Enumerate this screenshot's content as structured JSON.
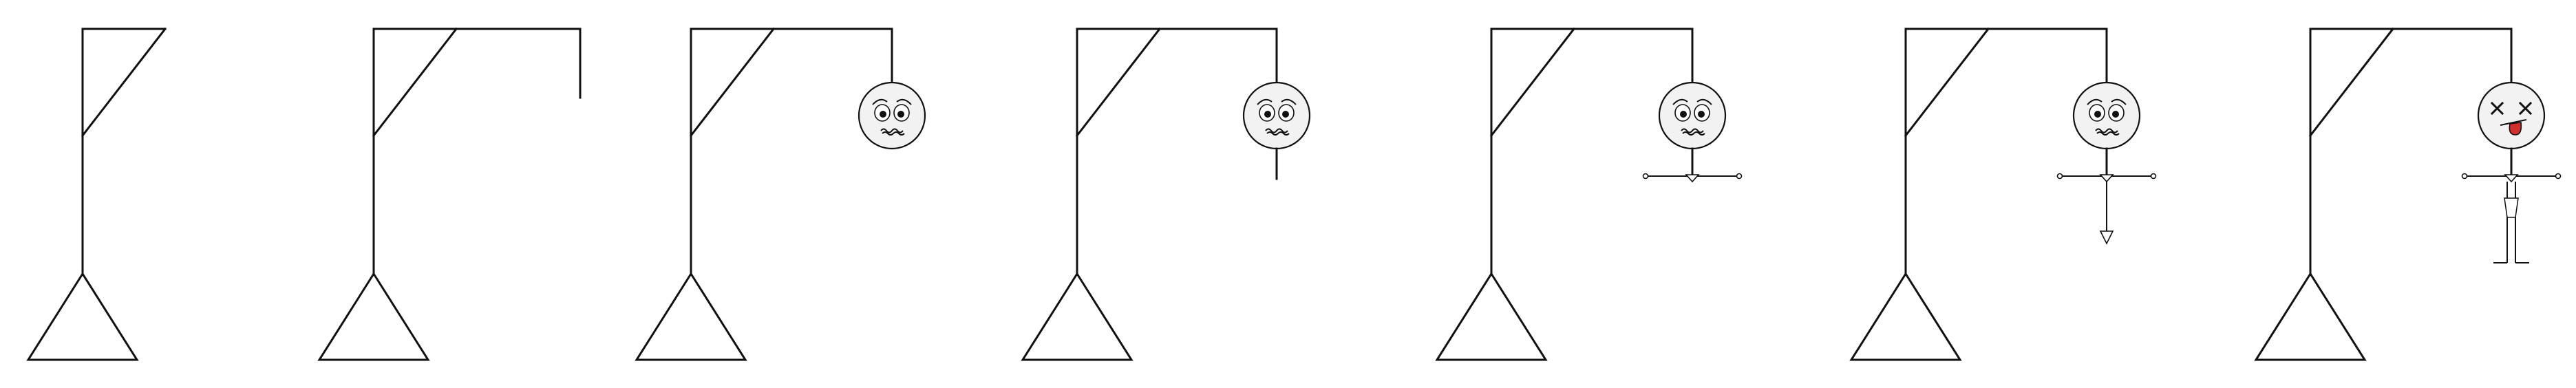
{
  "game": {
    "stages": [
      {
        "id": 1,
        "parts": []
      },
      {
        "id": 2,
        "parts": [
          "rope"
        ]
      },
      {
        "id": 3,
        "parts": [
          "rope",
          "head"
        ]
      },
      {
        "id": 4,
        "parts": [
          "rope",
          "head",
          "torso"
        ]
      },
      {
        "id": 5,
        "parts": [
          "rope",
          "head",
          "torso",
          "arms"
        ]
      },
      {
        "id": 6,
        "parts": [
          "rope",
          "head",
          "torso",
          "arms",
          "leg-one"
        ]
      },
      {
        "id": 7,
        "parts": [
          "rope",
          "head",
          "torso",
          "arms",
          "leg-one",
          "leg-two",
          "dead-face"
        ]
      }
    ],
    "colors": {
      "stroke": "#111111",
      "face": "#f2f2f2",
      "tongue": "#d32f2f"
    }
  }
}
